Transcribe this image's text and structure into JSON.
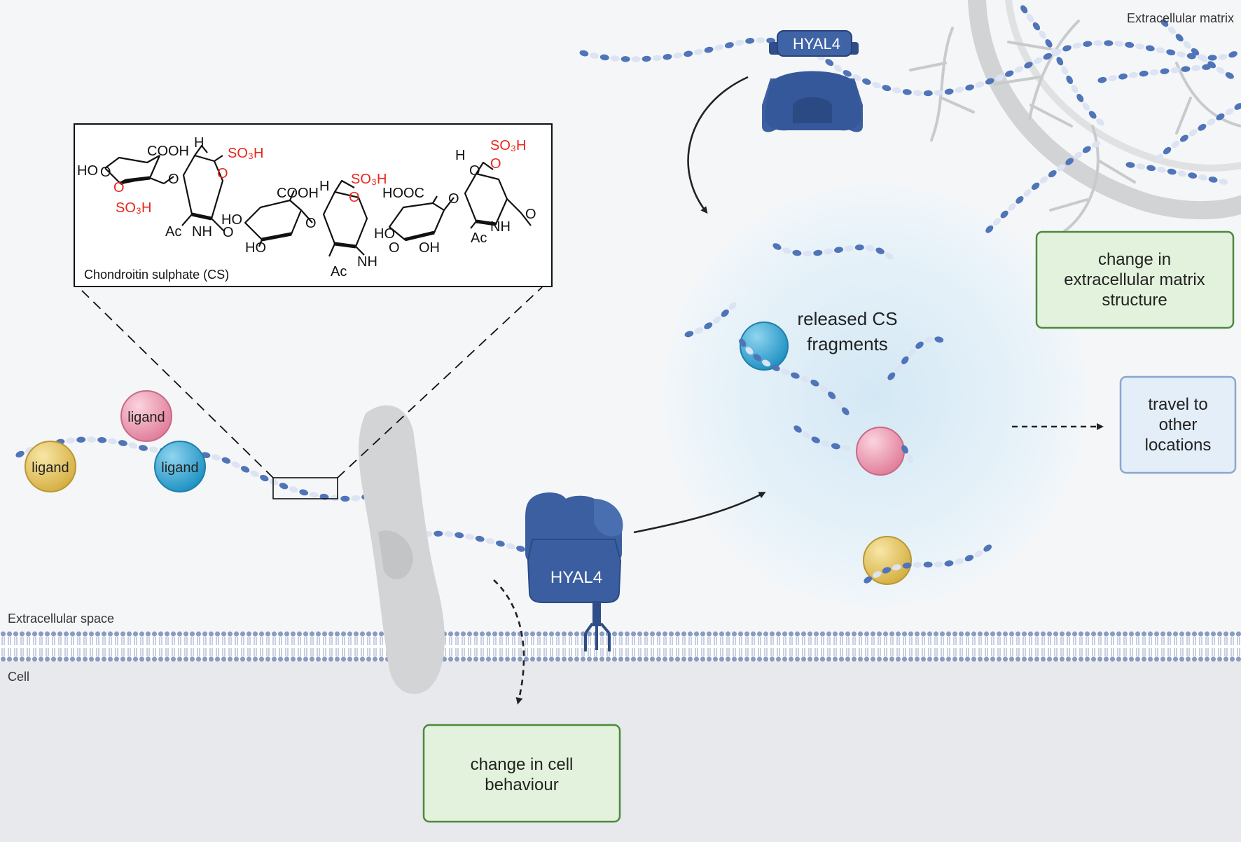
{
  "regions": {
    "extracellular_matrix": "Extracellular matrix",
    "extracellular_space": "Extracellular space",
    "cell": "Cell"
  },
  "enzyme": {
    "top": "HYAL4",
    "bottom": "HYAL4"
  },
  "structure": {
    "caption": "Chondroitin sulphate (CS)",
    "cooh": "COOH",
    "hooc": "HOOC",
    "ho": "HO",
    "oh": "OH",
    "o": "O",
    "h": "H",
    "nh": "NH",
    "ac": "Ac",
    "so3h": "SO₃H"
  },
  "ligands": {
    "yellow": "ligand",
    "pink": "ligand",
    "blue": "ligand"
  },
  "released": {
    "line1": "released CS",
    "line2": "fragments"
  },
  "boxes": {
    "ecm": [
      "change in",
      "extracellular matrix",
      "structure"
    ],
    "travel": [
      "travel to",
      "other",
      "locations"
    ],
    "cell": [
      "change in cell",
      "behaviour"
    ]
  },
  "colors": {
    "enzyme": "#3b5fa0",
    "chain_dark": "#4f74b8",
    "chain_light": "#dce3f2",
    "sulfate_red": "#e8261c",
    "ligand_yellow": "#e6c35a",
    "ligand_pink": "#ec8fa9",
    "ligand_blue": "#2ba3d4",
    "box_green": "#e3f2dc",
    "box_blue": "#e3eef8",
    "cell": "#e8e9ec"
  }
}
